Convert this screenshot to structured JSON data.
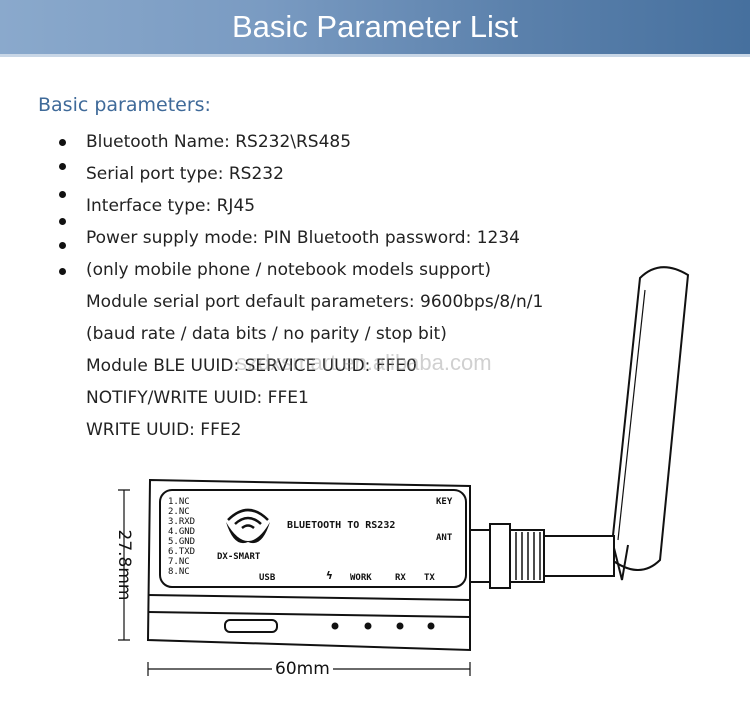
{
  "header": {
    "title": "Basic Parameter List"
  },
  "subtitle": "Basic parameters:",
  "params": [
    "Bluetooth Name: RS232\\RS485",
    "Serial port type: RS232",
    "Interface type: RJ45",
    "Power supply mode: PIN Bluetooth password: 1234",
    "(only mobile phone / notebook models support)",
    "Module serial port default parameters: 9600bps/8/n/1",
    "(baud rate / data bits / no parity / stop bit)",
    "Module BLE UUID: SERVICE UUID: FFE0",
    "NOTIFY/WRITE UUID: FFE1",
    "WRITE UUID: FFE2"
  ],
  "watermark": "szdxsmart.en.alibaba.com",
  "device": {
    "pins": [
      "1.NC",
      "2.NC",
      "3.RXD",
      "4.GND",
      "5.GND",
      "6.TXD",
      "7.NC",
      "8.NC"
    ],
    "brand": "DX-SMART",
    "title": "BLUETOOTH TO RS232",
    "key": "KEY",
    "ant": "ANT",
    "usb": "USB",
    "work": "WORK",
    "rx": "RX",
    "tx": "TX"
  },
  "dimensions": {
    "height": "27.8mm",
    "width": "60mm"
  }
}
